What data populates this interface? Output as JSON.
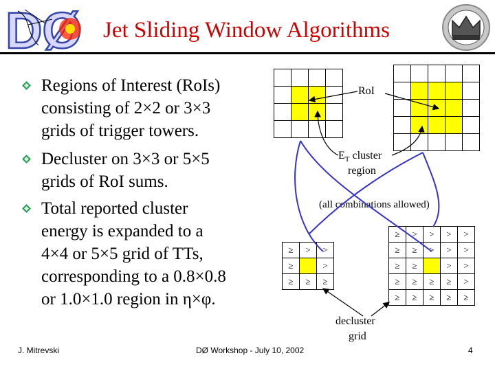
{
  "title": "Jet Sliding Window Algorithms",
  "logo_text": "DØ",
  "bullets": [
    {
      "lines": [
        "Regions of Interest (RoIs)",
        "consisting of 2×2 or 3×3",
        "grids of trigger towers."
      ]
    },
    {
      "lines": [
        "Decluster on 3×3 or 5×5",
        "grids of RoI sums."
      ]
    },
    {
      "lines": [
        "Total reported cluster",
        "energy is expanded to a",
        "4×4 or 5×5 grid of TTs,",
        "corresponding to a 0.8×0.8",
        "or 1.0×1.0 region in η×φ."
      ]
    }
  ],
  "labels": {
    "roi": "RoI",
    "et_cluster_line1": "E",
    "et_cluster_sub": "T",
    "et_cluster_line1_rest": " cluster",
    "et_cluster_line2": "region",
    "combinations": "(all combinations allowed)",
    "decluster_line1": "decluster",
    "decluster_line2": "grid"
  },
  "grid3": [
    [
      "≥",
      ">",
      ">"
    ],
    [
      "≥",
      "",
      ">"
    ],
    [
      "≥",
      "≥",
      "≥"
    ]
  ],
  "grid5": [
    [
      "≥",
      ">",
      ">",
      ">",
      ">"
    ],
    [
      "≥",
      "≥",
      ">",
      ">",
      ">"
    ],
    [
      "≥",
      "≥",
      "",
      ">",
      ">"
    ],
    [
      "≥",
      "≥",
      "≥",
      "≥",
      ">"
    ],
    [
      "≥",
      "≥",
      "≥",
      "≥",
      "≥"
    ]
  ],
  "footer": {
    "author": "J. Mitrevski",
    "event": "DØ Workshop - July 10, 2002",
    "page": "4"
  },
  "colors": {
    "title": "#cc0000",
    "highlight": "#ffff00",
    "bullet": "#339966"
  }
}
